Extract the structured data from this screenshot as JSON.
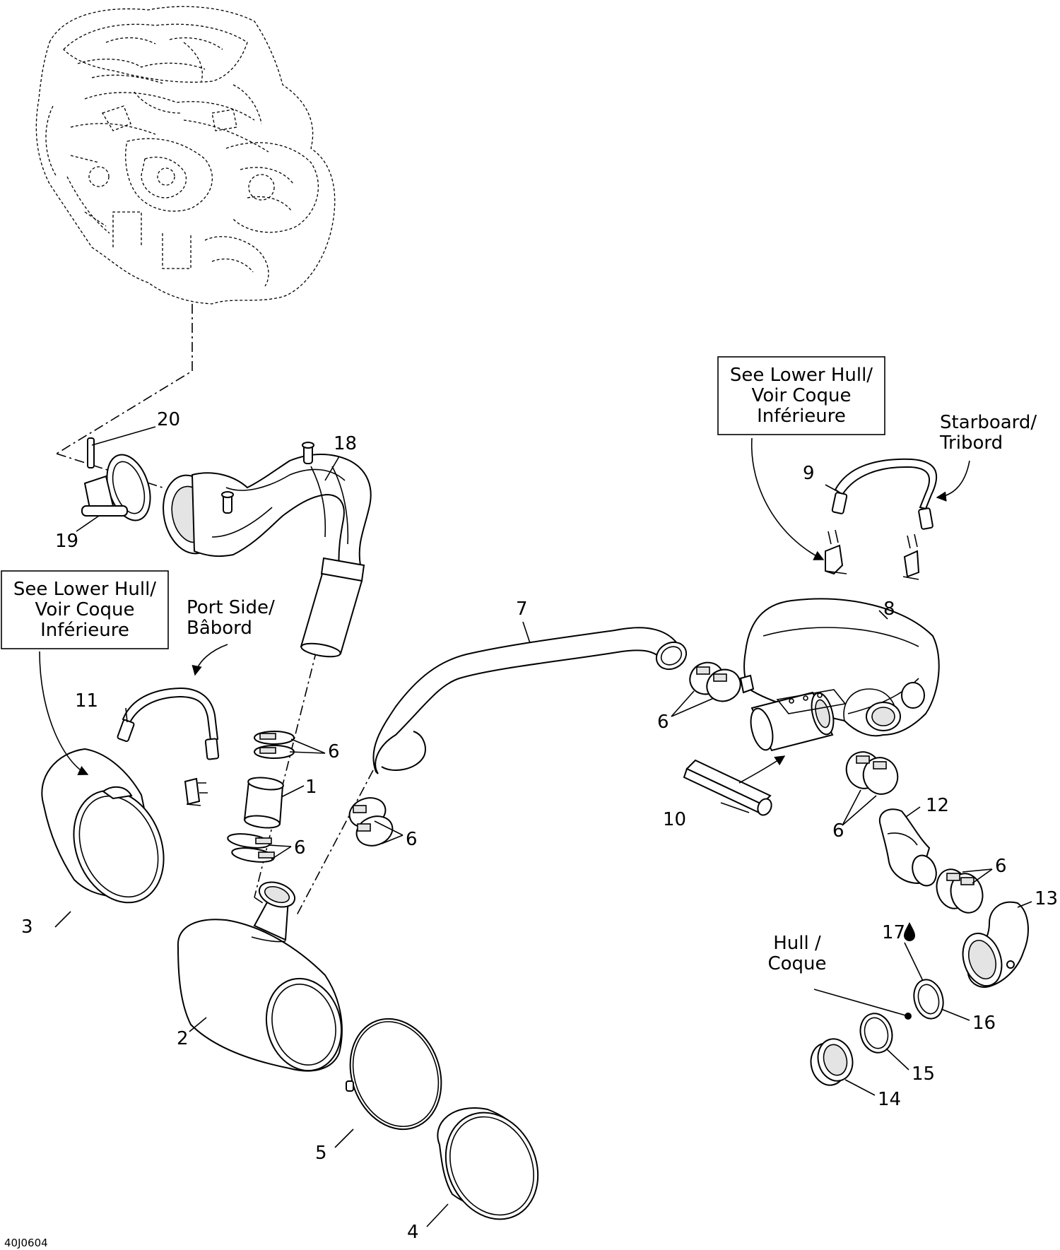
{
  "figure_code": "40J0604",
  "notes": {
    "see_lower_hull_right": [
      "See Lower Hull/",
      "Voir Coque",
      "Inférieure"
    ],
    "see_lower_hull_left": [
      "See Lower Hull/",
      "Voir Coque",
      "Inférieure"
    ],
    "starboard": [
      "Starboard/",
      "Tribord"
    ],
    "port_side": [
      "Port Side/",
      "Bâbord"
    ],
    "hull": [
      "Hull /",
      "Coque"
    ]
  },
  "callouts": {
    "c1": "1",
    "c2": "2",
    "c3": "3",
    "c4": "4",
    "c5": "5",
    "c6a": "6",
    "c6b": "6",
    "c6c": "6",
    "c6d": "6",
    "c6e": "6",
    "c6f": "6",
    "c7": "7",
    "c8": "8",
    "c9": "9",
    "c10": "10",
    "c11": "11",
    "c12": "12",
    "c13": "13",
    "c14": "14",
    "c15": "15",
    "c16": "16",
    "c17": "17",
    "c18": "18",
    "c19": "19",
    "c20": "20"
  },
  "icons": {
    "sealant": "oil-drop-icon"
  }
}
